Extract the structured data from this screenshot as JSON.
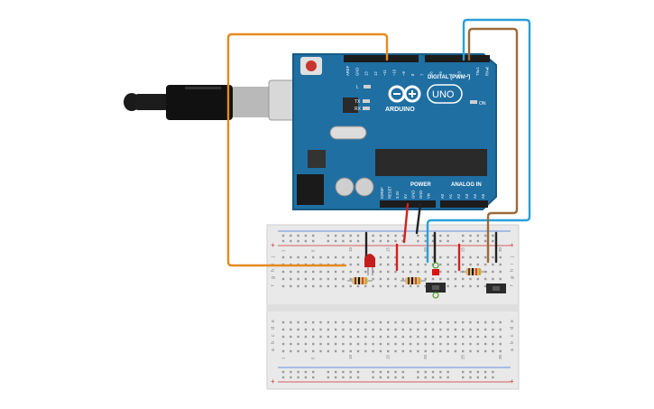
{
  "colors": {
    "board": "#1f6fa3",
    "board_dark": "#175a86",
    "breadboard": "#e9e9e9",
    "rail_red": "#d23030",
    "rail_blue": "#3a6fd8",
    "wire_orange": "#e48a1e",
    "wire_blue": "#2aa0d8",
    "wire_brown": "#9b6a3a",
    "wire_red": "#d42020",
    "wire_black": "#222222"
  },
  "arduino": {
    "brand": "ARDUINO",
    "model": "UNO",
    "digital_header": "DIGITAL (PWM~)",
    "power_header": "POWER",
    "analog_header": "ANALOG IN",
    "on_label": "ON",
    "tx_label": "TX",
    "rx_label": "RX",
    "l_label": "L",
    "digital_pins": [
      "AREF",
      "GND",
      "13",
      "12",
      "~11",
      "~10",
      "~9",
      "8",
      "7",
      "~6",
      "~5",
      "4",
      "~3",
      "2",
      "TX▸1",
      "RX◂0"
    ],
    "power_pins": [
      "IOREF",
      "RESET",
      "3.3V",
      "5V",
      "GND",
      "GND",
      "Vin"
    ],
    "analog_pins": [
      "A0",
      "A1",
      "A2",
      "A3",
      "A4",
      "A5"
    ]
  },
  "breadboard": {
    "row_letters_top": [
      "j",
      "i",
      "h",
      "g",
      "f"
    ],
    "row_letters_bottom": [
      "e",
      "d",
      "c",
      "b",
      "a"
    ],
    "column_numbers": [
      "1",
      "",
      "",
      "",
      "5",
      "",
      "",
      "",
      "",
      "10",
      "",
      "",
      "",
      "",
      "15",
      "",
      "",
      "",
      "",
      "20",
      "",
      "",
      "",
      "",
      "25",
      "",
      "",
      "",
      "",
      "30"
    ]
  },
  "components": {
    "usb_cable": "usb-cable",
    "led": "red-led",
    "resistors": 3,
    "buttons": 2
  }
}
